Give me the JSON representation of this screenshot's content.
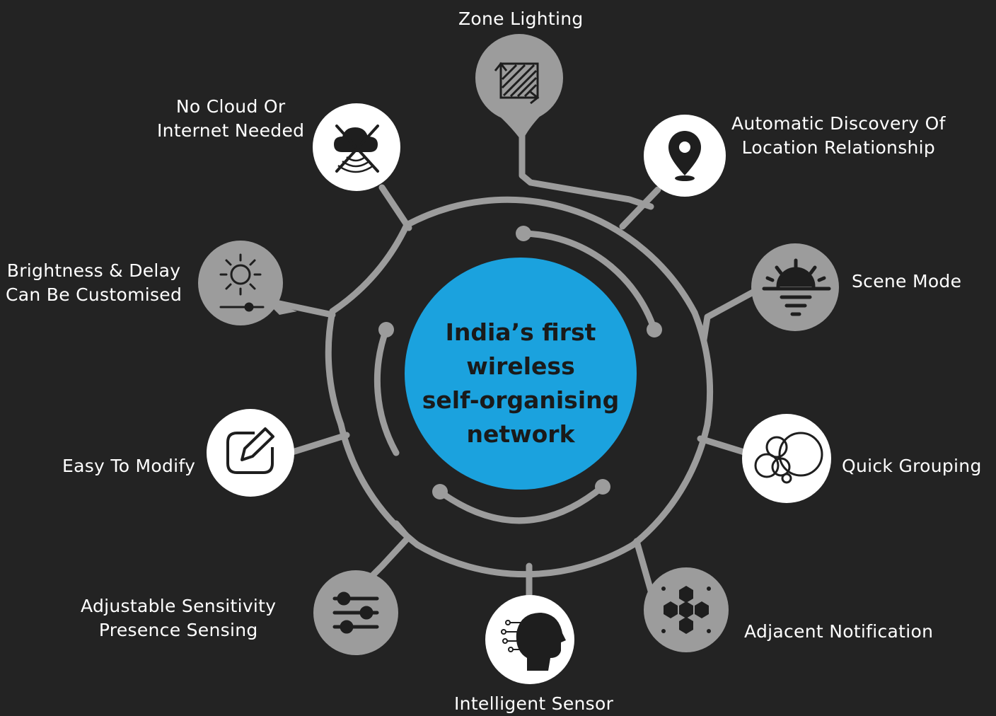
{
  "center": {
    "lines": [
      "India’s first",
      "wireless",
      "self-organising",
      "network"
    ],
    "color": "#1ba2de"
  },
  "colors": {
    "background": "#232323",
    "connector": "#9c9c9c",
    "grey_node": "#9c9c9c",
    "white_node": "#ffffff",
    "icon": "#1e1e1e"
  },
  "features": [
    {
      "lines": [
        "Zone Lighting"
      ],
      "icon": "zone-hatch-icon",
      "node": "grey"
    },
    {
      "lines": [
        "Automatic Discovery Of",
        "Location Relationship"
      ],
      "icon": "location-pin-icon",
      "node": "white"
    },
    {
      "lines": [
        "Scene Mode"
      ],
      "icon": "sunrise-icon",
      "node": "grey"
    },
    {
      "lines": [
        "Quick Grouping"
      ],
      "icon": "bubbles-icon",
      "node": "white"
    },
    {
      "lines": [
        "Adjacent Notification"
      ],
      "icon": "hexagon-network-icon",
      "node": "grey"
    },
    {
      "lines": [
        "Intelligent Sensor"
      ],
      "icon": "ai-head-icon",
      "node": "white"
    },
    {
      "lines": [
        "Adjustable Sensitivity",
        "Presence Sensing"
      ],
      "icon": "sliders-icon",
      "node": "grey"
    },
    {
      "lines": [
        "Easy To Modify"
      ],
      "icon": "edit-pencil-icon",
      "node": "white"
    },
    {
      "lines": [
        "Brightness & Delay",
        "Can Be Customised"
      ],
      "icon": "sun-slider-icon",
      "node": "grey"
    },
    {
      "lines": [
        "No Cloud Or",
        "Internet Needed"
      ],
      "icon": "no-cloud-icon",
      "node": "white"
    }
  ]
}
